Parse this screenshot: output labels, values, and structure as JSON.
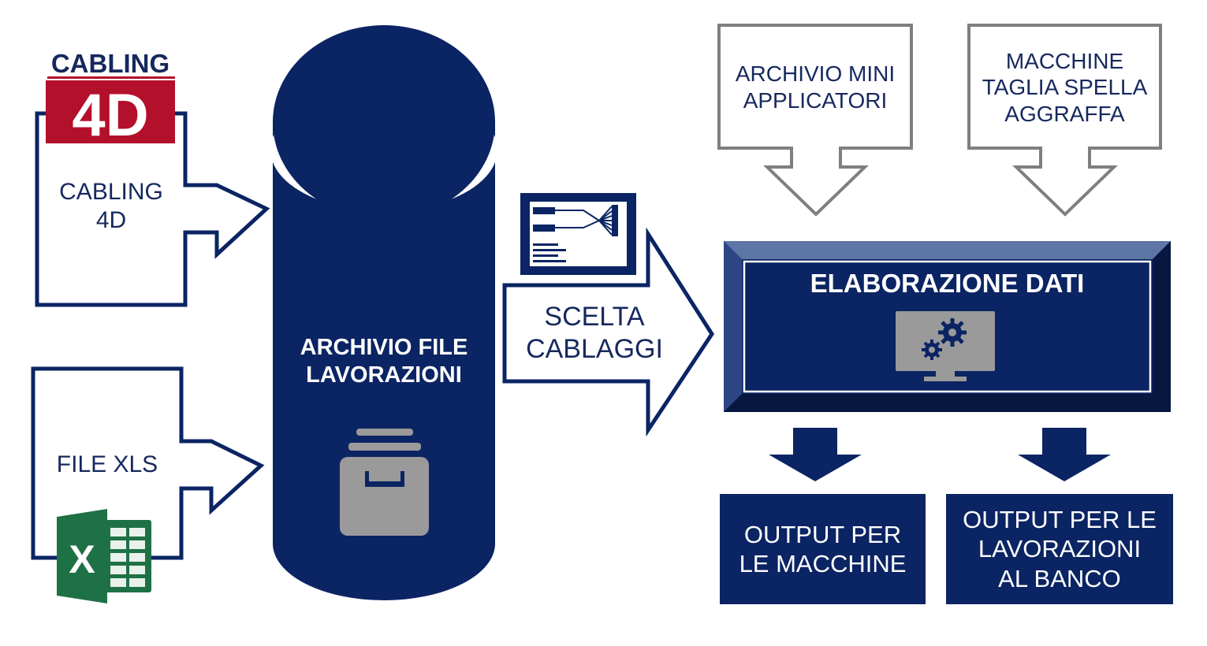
{
  "colors": {
    "navy": "#0b2463",
    "navy_text": "#16285e",
    "gray": "#9a9a9a",
    "gray_dark": "#7f7f7f",
    "crimson": "#b3102c",
    "excel_green": "#1e7145",
    "bevel_light": "#5d76a6",
    "bevel_mid": "#2c4685",
    "bevel_dark": "#07173f"
  },
  "logo": {
    "brand_text": "CABLING",
    "badge_text": "4D"
  },
  "inputs": {
    "cabling": {
      "label": "CABLING\n4D"
    },
    "xls": {
      "label": "FILE XLS",
      "icon": "excel-icon",
      "icon_letter": "X"
    }
  },
  "archive": {
    "label": "ARCHIVIO FILE\nLAVORAZIONI",
    "icon": "file-box-icon"
  },
  "selection": {
    "label": "SCELTA\nCABLAGGI",
    "icon": "wiring-schematic-icon"
  },
  "sources": [
    {
      "label": "ARCHIVIO MINI\nAPPLICATORI"
    },
    {
      "label": "MACCHINE\nTAGLIA SPELLA\nAGGRAFFA"
    }
  ],
  "processing": {
    "label": "ELABORAZIONE DATI",
    "icon": "monitor-gears-icon"
  },
  "outputs": [
    {
      "label": "OUTPUT PER\nLE MACCHINE"
    },
    {
      "label": "OUTPUT PER LE\nLAVORAZIONI\nAL BANCO"
    }
  ]
}
